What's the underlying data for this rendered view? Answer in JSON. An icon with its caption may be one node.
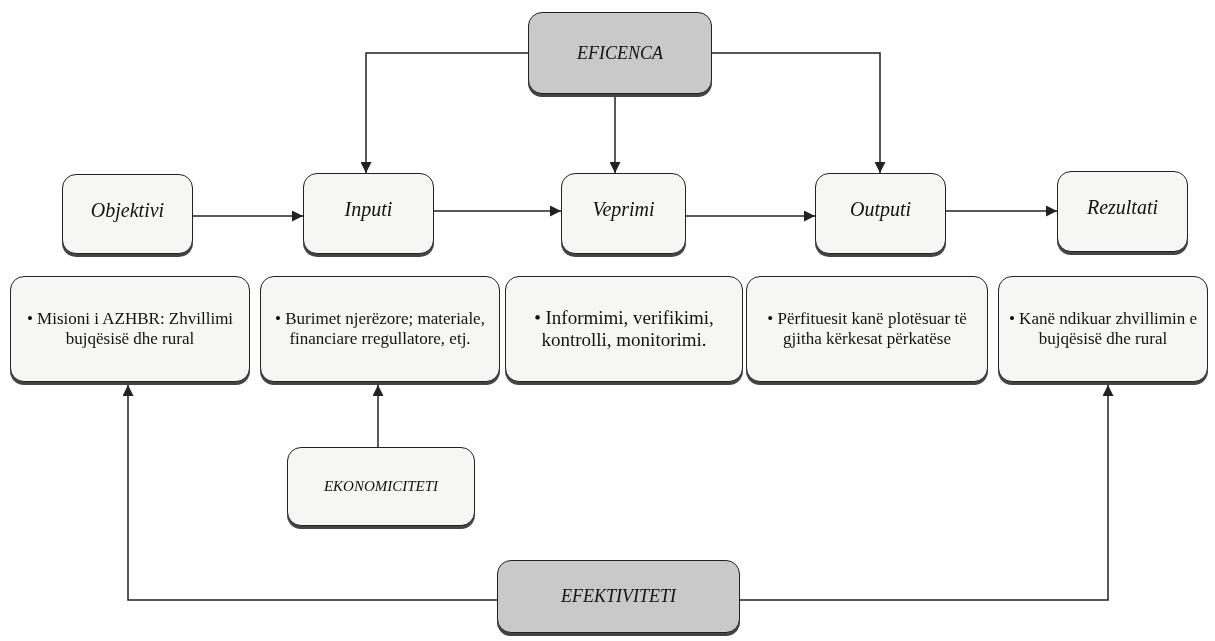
{
  "diagram": {
    "nodes": [
      {
        "text": [
          "EFICENCA"
        ]
      },
      {
        "text": [
          "Objektivi"
        ]
      },
      {
        "text": [
          "Inputi"
        ]
      },
      {
        "text": [
          "Veprimi"
        ]
      },
      {
        "text": [
          "Outputi"
        ]
      },
      {
        "text": [
          "Rezultati"
        ]
      },
      {
        "text": [
          "• Misioni i AZHBR: Zhvillimi bujqësisë dhe rural"
        ]
      },
      {
        "text": [
          "• Burimet njerëzore; materiale, financiare rregullatore, etj."
        ]
      },
      {
        "text": [
          "• Informimi, verifikimi, kontrolli, monitorimi."
        ]
      },
      {
        "text": [
          "• Përfituesit kanë plotësuar të gjitha kërkesat përkatëse"
        ]
      },
      {
        "text": [
          "• Kanë ndikuar zhvillimin e bujqësisë dhe rural"
        ]
      },
      {
        "text": [
          "EKONOMICITETI"
        ]
      },
      {
        "text": [
          "EFEKTIVITETI"
        ]
      }
    ],
    "edges": [
      {
        "from": 0,
        "to": 2,
        "arrow": "to"
      },
      {
        "from": 0,
        "to": 3,
        "arrow": "to"
      },
      {
        "from": 0,
        "to": 4,
        "arrow": "to"
      },
      {
        "from": 1,
        "to": 2,
        "arrow": "to"
      },
      {
        "from": 2,
        "to": 3,
        "arrow": "to"
      },
      {
        "from": 3,
        "to": 4,
        "arrow": "to"
      },
      {
        "from": 4,
        "to": 5,
        "arrow": "to"
      },
      {
        "from": 11,
        "to": 7,
        "arrow": "to"
      },
      {
        "from": 12,
        "to": 6,
        "arrow": "to"
      },
      {
        "from": 12,
        "to": 10,
        "arrow": "to"
      }
    ]
  }
}
